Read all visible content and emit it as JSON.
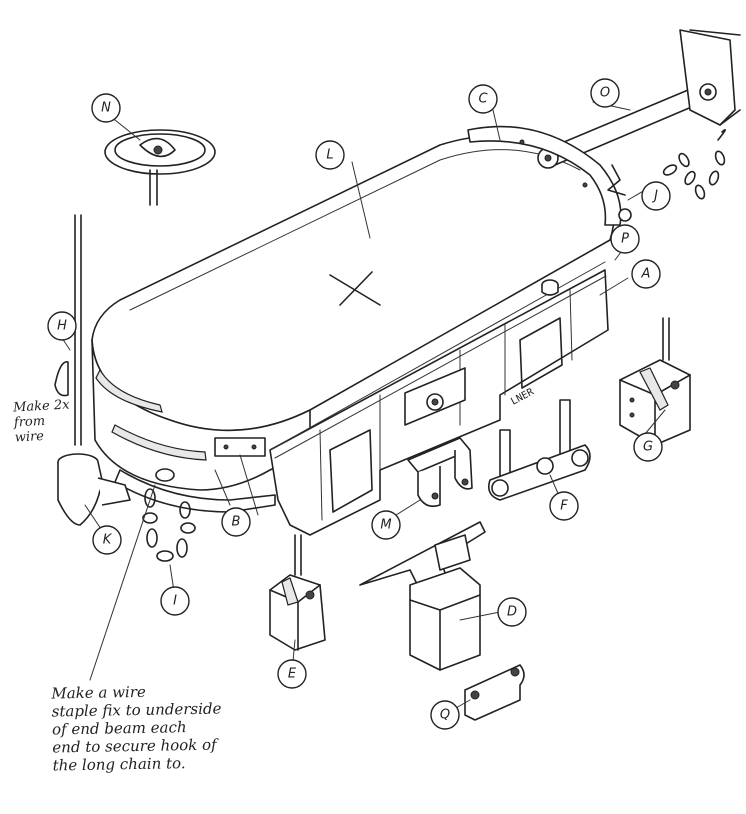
{
  "callouts": [
    {
      "id": "A",
      "label": "A"
    },
    {
      "id": "B",
      "label": "B"
    },
    {
      "id": "C",
      "label": "C"
    },
    {
      "id": "D",
      "label": "D"
    },
    {
      "id": "E",
      "label": "E"
    },
    {
      "id": "F",
      "label": "F"
    },
    {
      "id": "G",
      "label": "G"
    },
    {
      "id": "H",
      "label": "H"
    },
    {
      "id": "I",
      "label": "I"
    },
    {
      "id": "J",
      "label": "J"
    },
    {
      "id": "K",
      "label": "K"
    },
    {
      "id": "L",
      "label": "L"
    },
    {
      "id": "M",
      "label": "M"
    },
    {
      "id": "N",
      "label": "N"
    },
    {
      "id": "O",
      "label": "O"
    },
    {
      "id": "P",
      "label": "P"
    },
    {
      "id": "Q",
      "label": "Q"
    }
  ],
  "side_note": {
    "lines": [
      "Make 2x",
      "from",
      "wire"
    ]
  },
  "main_note": {
    "lines": [
      "Make a wire",
      "staple fix to underside",
      "of end beam each",
      "end to secure hook of",
      "the long chain to."
    ]
  },
  "side_marking": "LNER"
}
